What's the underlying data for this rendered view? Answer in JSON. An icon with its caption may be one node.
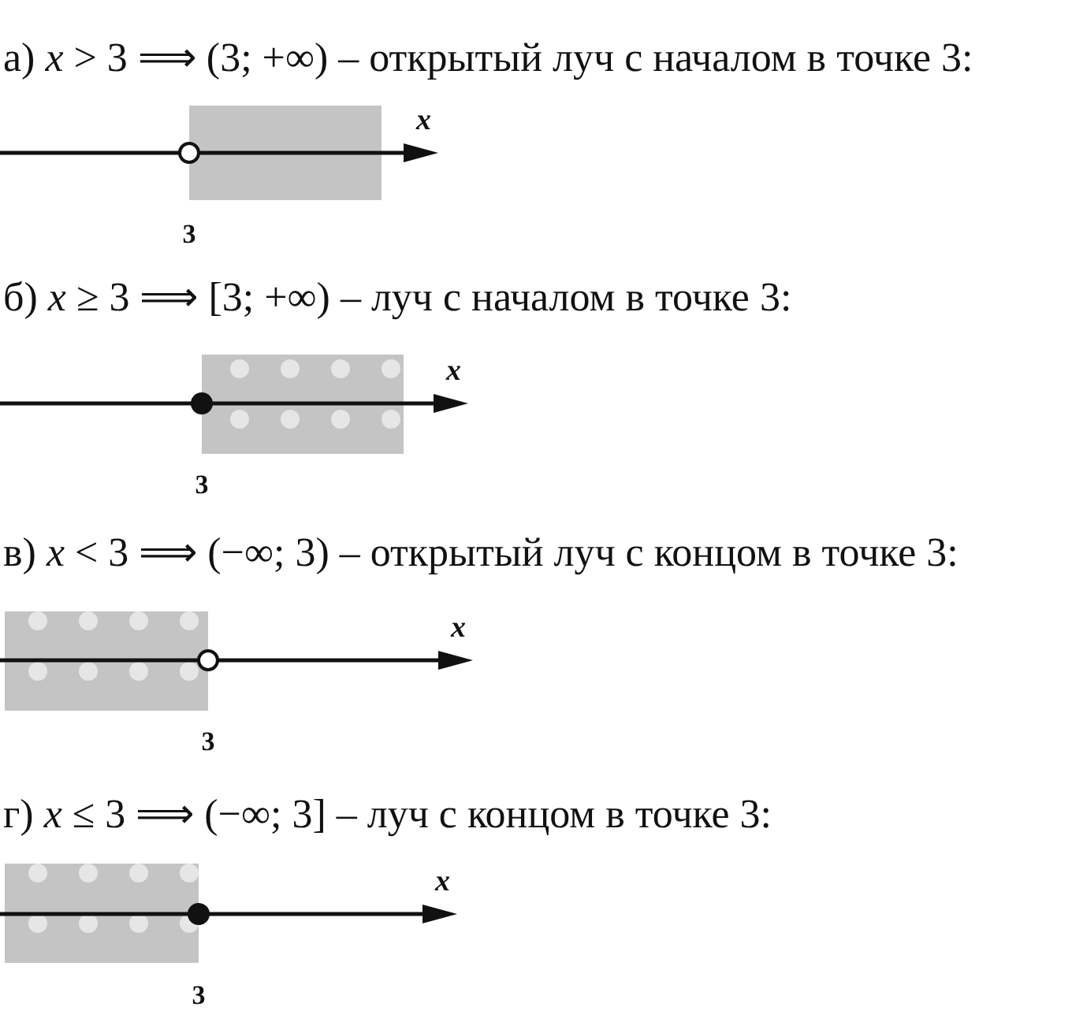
{
  "diagram": {
    "labels": [
      "а) *x* > 3 ⟹ (3; +∞) – открытый луч с началом в точке 3:",
      "x",
      "3",
      "б) *x* ≥ 3 ⟹ [3; +∞) – луч с началом в точке 3:",
      "x",
      "3",
      "в) *x* < 3 ⟹ (−∞; 3) – открытый луч с концом в точке 3:",
      "x",
      "3",
      "г) *x* ≤ 3 ⟹ (−∞; 3] – луч с концом в точке 3:",
      "x",
      "3"
    ]
  }
}
